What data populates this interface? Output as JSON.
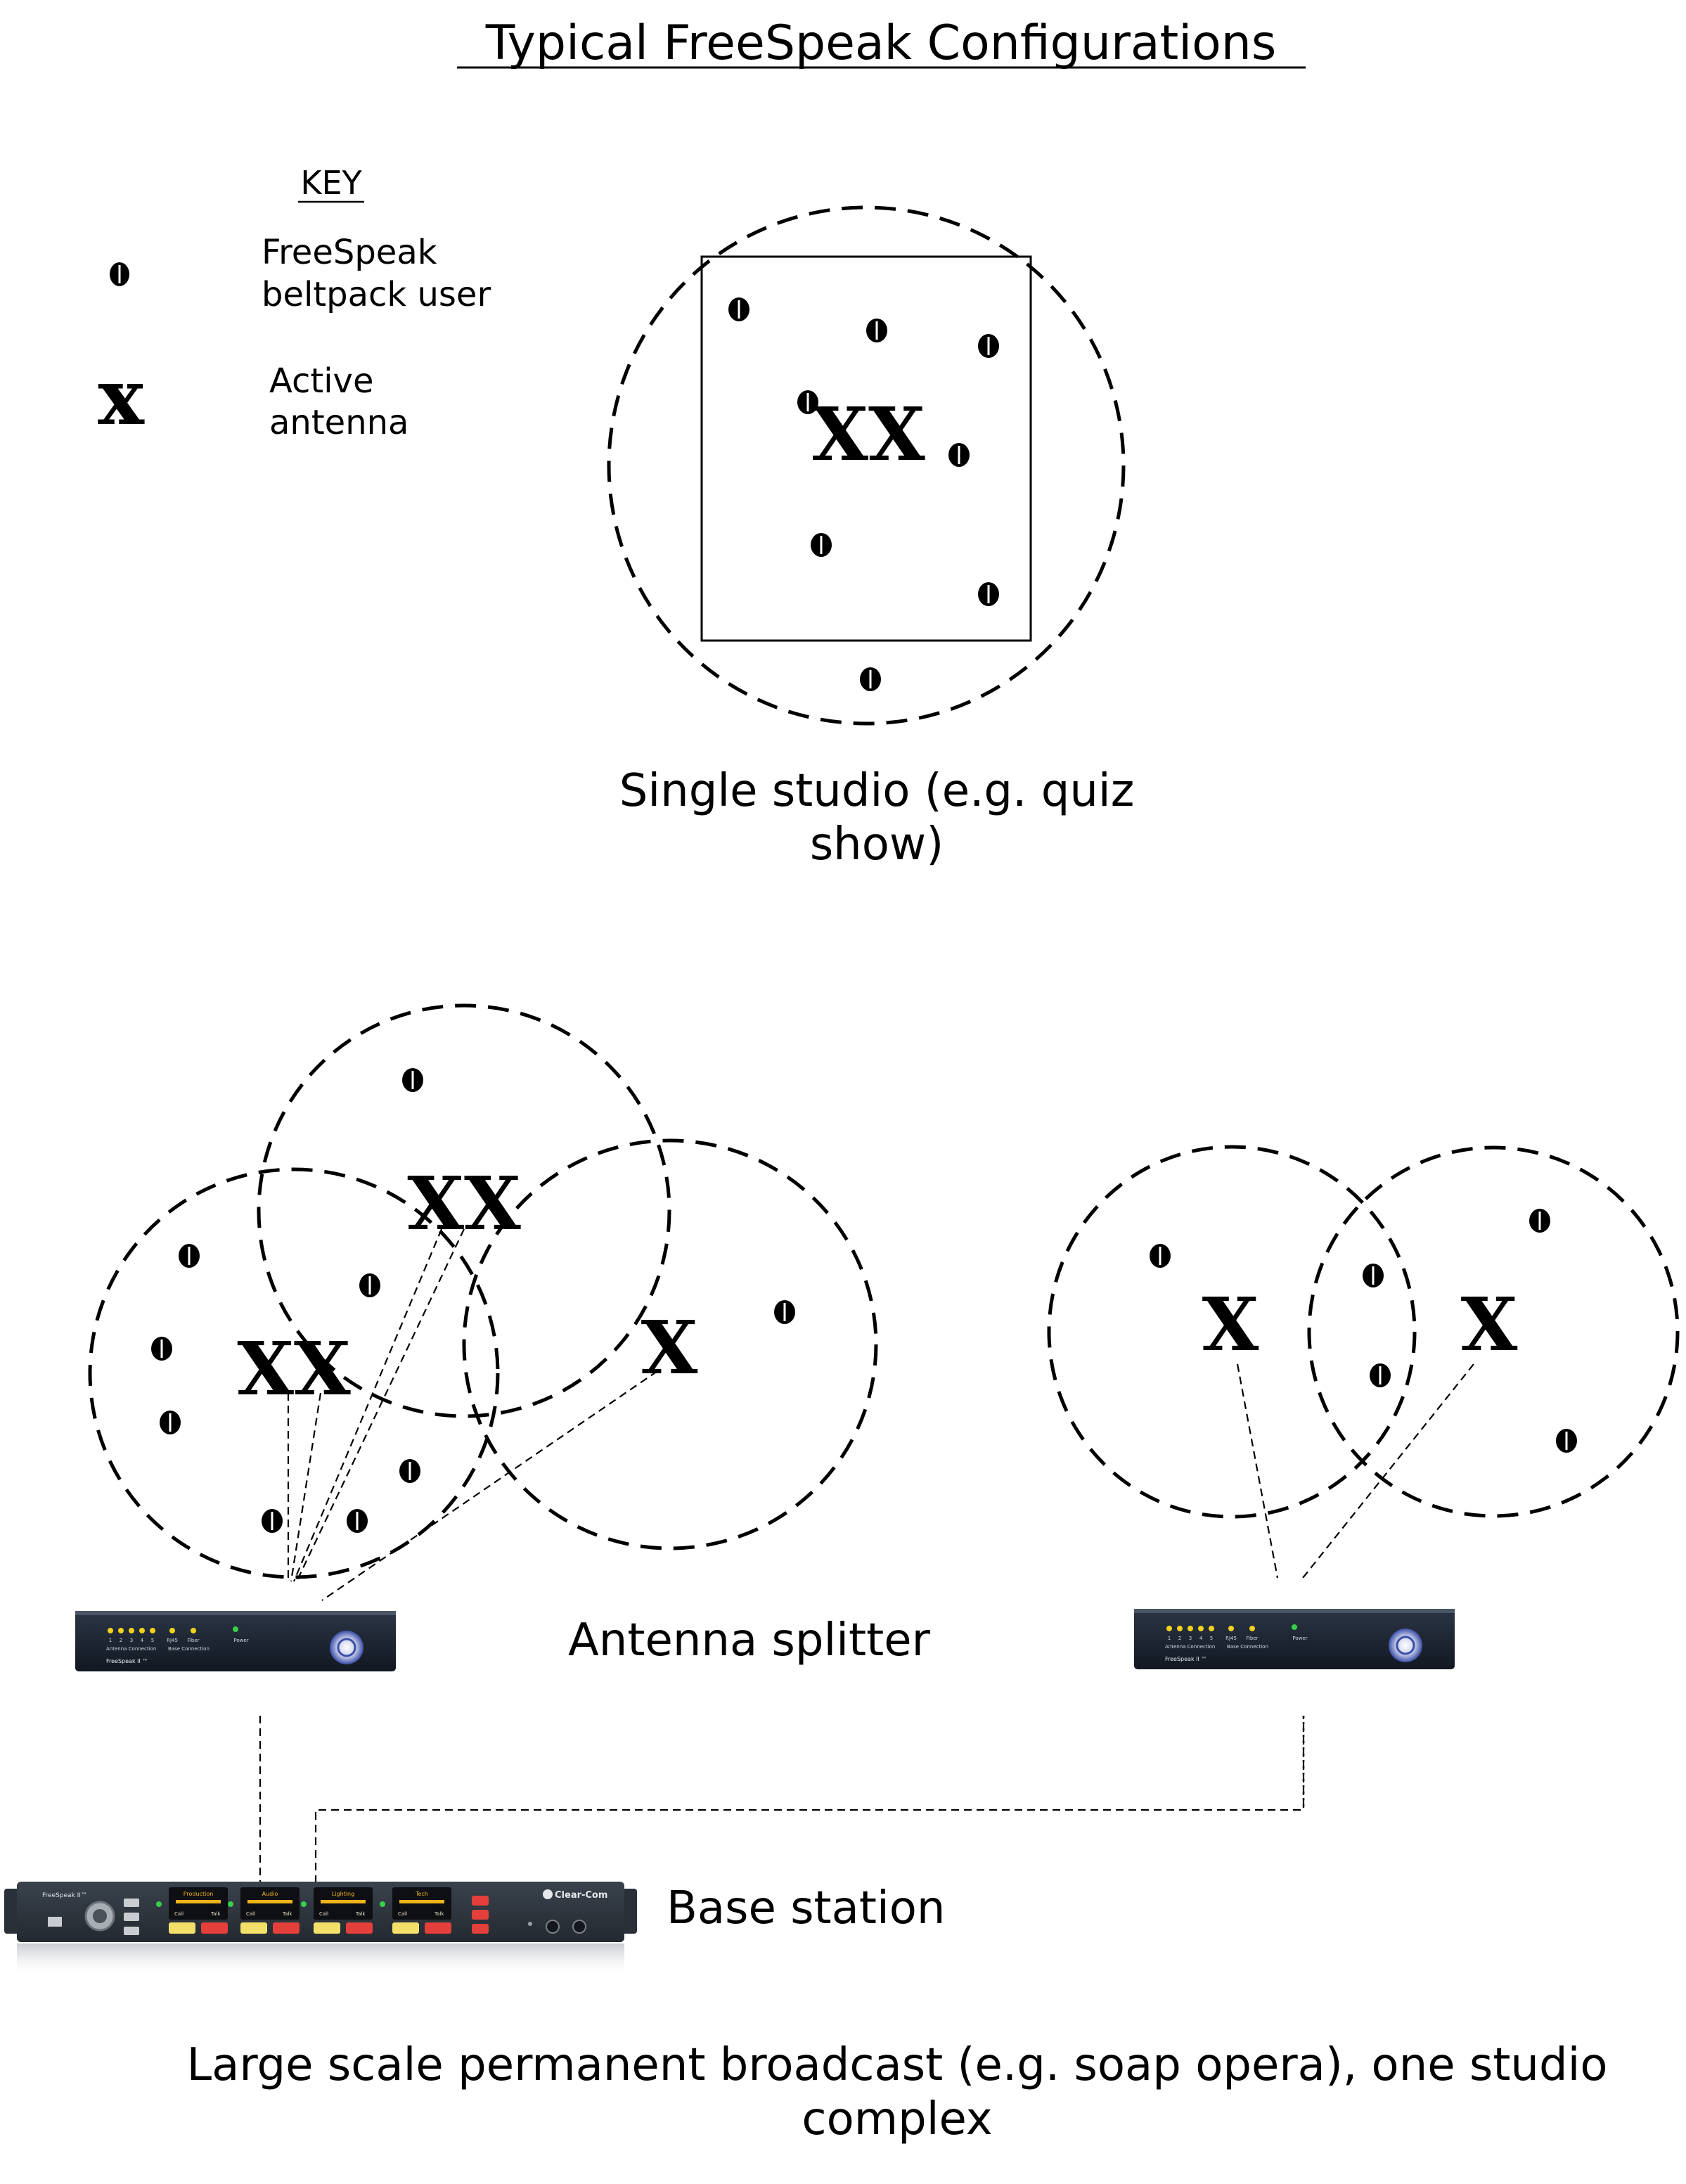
{
  "title": "Typical FreeSpeak Configurations",
  "key": {
    "heading": "KEY",
    "beltpack_line1": "FreeSpeak",
    "beltpack_line2": "beltpack user",
    "antenna_symbol": "x",
    "antenna_line1": "Active",
    "antenna_line2": "antenna"
  },
  "single_studio": {
    "antenna_marks": "XX",
    "caption_line1": "Single studio (e.g. quiz",
    "caption_line2": "show)"
  },
  "large_scale": {
    "marks_left": "XX",
    "marks_top": "XX",
    "mark_right": "X",
    "mark_sat_left": "X",
    "mark_sat_right": "X",
    "splitter_label": "Antenna splitter",
    "base_label": "Base station",
    "caption_line1": "Large scale permanent broadcast (e.g. soap opera), one studio",
    "caption_line2": "complex"
  },
  "splitter_device": {
    "led_numbers": [
      "1",
      "2",
      "3",
      "4",
      "5"
    ],
    "rj45": "RJ45",
    "fiber": "Fiber",
    "power": "Power",
    "antenna_connection": "Antenna Connection",
    "base_connection": "Base Connection",
    "brand": "FreeSpeak II ™"
  },
  "base_device": {
    "brand": "FreeSpeak II™",
    "logo": "Clear-Com",
    "channels": [
      "Production",
      "Audio",
      "Lighting",
      "Tech"
    ],
    "talk": "Talk",
    "call": "Call"
  },
  "colors": {
    "device_body": "#1b2430",
    "base_panel": "#2f3640",
    "led_yellow": "#f2d21c",
    "led_green": "#36d04a",
    "display_amber": "#f0b21a",
    "button_yellow": "#f3e06a",
    "button_red": "#e3403c",
    "logo_blue": "#3b4ea8"
  },
  "icons": [
    "beltpack-user-icon",
    "active-antenna-icon",
    "antenna-splitter-image",
    "base-station-image"
  ]
}
